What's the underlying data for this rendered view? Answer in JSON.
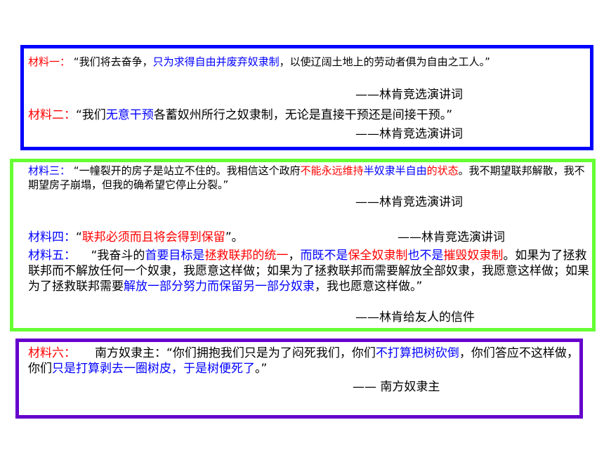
{
  "m1": {
    "label": "材料一：",
    "t1": "“我们将去奋争，",
    "t2": "只为求得自由并废弃奴隶制",
    "t3": "，以使辽阔土地上的劳动者俱为自由之工人。”",
    "source": "——林肯竞选演讲词"
  },
  "m2": {
    "label": "材料二：",
    "t1": "“我们",
    "t2": "无意干预",
    "t3": "各蓄奴州所行之奴隶制，无论是直接干预还是间接干预。”",
    "source": "——林肯竞选演讲词"
  },
  "m3": {
    "label": "材料三：",
    "t1": "“一幢裂开的房子是站立不住的。我相信这个政府",
    "t2": "不能永远维持",
    "t3": "半奴隶半自由",
    "t4": "的状态",
    "t5": "。我不期望联邦解散，我不期望房子崩塌，但我的确希望它停止分裂。”",
    "source": "——林肯竞选演讲词"
  },
  "m4": {
    "label": "材料四：",
    "t1": "“",
    "t2": "联邦必须而且将会得到保留",
    "t3": "”。",
    "source": "——林肯竞选演讲词"
  },
  "m5": {
    "label": "材料五：",
    "t1": "“我奋斗的",
    "t2": "首要目标是",
    "t3": "拯救联邦的统一",
    "t4": "，",
    "t5": "而既不是",
    "t6": "保全奴隶制",
    "t7": "也不是",
    "t8": "摧毁奴隶制",
    "t9": "。如果为了拯救联邦而不解放任何一个奴隶，我愿意这样做；如果为了拯救联邦而需要解放全部奴隶，我愿意这样做；如果为了拯救联邦需要",
    "t10": "解放一部分努力而保留另一部分奴隶",
    "t11": "，我也愿意这样做。”",
    "source": "——林肯给友人的信件"
  },
  "m6": {
    "label": "材料六：",
    "t1": "南方奴隶主：“你们拥抱我们只是为了闷死我们，你们",
    "t2": "不打算把树砍倒",
    "t3": "，你们答应不这样做，你们",
    "t4": "只是打算剥去一圈树皮，于是树便死了",
    "t5": "。”",
    "source": "—— 南方奴隶主"
  }
}
